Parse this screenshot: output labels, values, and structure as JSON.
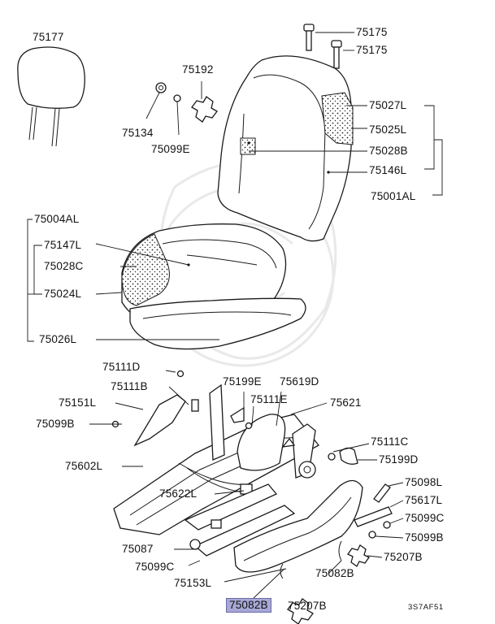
{
  "labels": {
    "l75177": "75177",
    "l75175a": "75175",
    "l75175b": "75175",
    "l75192": "75192",
    "l75134": "75134",
    "l75099e": "75099E",
    "l75027l": "75027L",
    "l75025l": "75025L",
    "l75028b": "75028B",
    "l75146l": "75146L",
    "l75001al": "75001AL",
    "l75004al": "75004AL",
    "l75147l": "75147L",
    "l75028c": "75028C",
    "l75024l": "75024L",
    "l75026l": "75026L",
    "l75111d": "75111D",
    "l75111b": "75111B",
    "l75199e": "75199E",
    "l75619d": "75619D",
    "l75111e": "75111E",
    "l75151l": "75151L",
    "l75621": "75621",
    "l75099b_l": "75099B",
    "l75111c": "75111C",
    "l75199d": "75199D",
    "l75602l": "75602L",
    "l75622l": "75622L",
    "l75098l": "75098L",
    "l75617l": "75617L",
    "l75099c_r": "75099C",
    "l75099b_r": "75099B",
    "l75087": "75087",
    "l75207b_r": "75207B",
    "l75099c_b": "75099C",
    "l75082b_r": "75082B",
    "l75153l": "75153L",
    "l75082b_hl": "75082B",
    "l75207b_b": "75207B",
    "code": "3S7AF51"
  },
  "colors": {
    "highlight": "#a8a8d6",
    "line": "#1a1a1a",
    "watermark": "#e9e9e9"
  }
}
